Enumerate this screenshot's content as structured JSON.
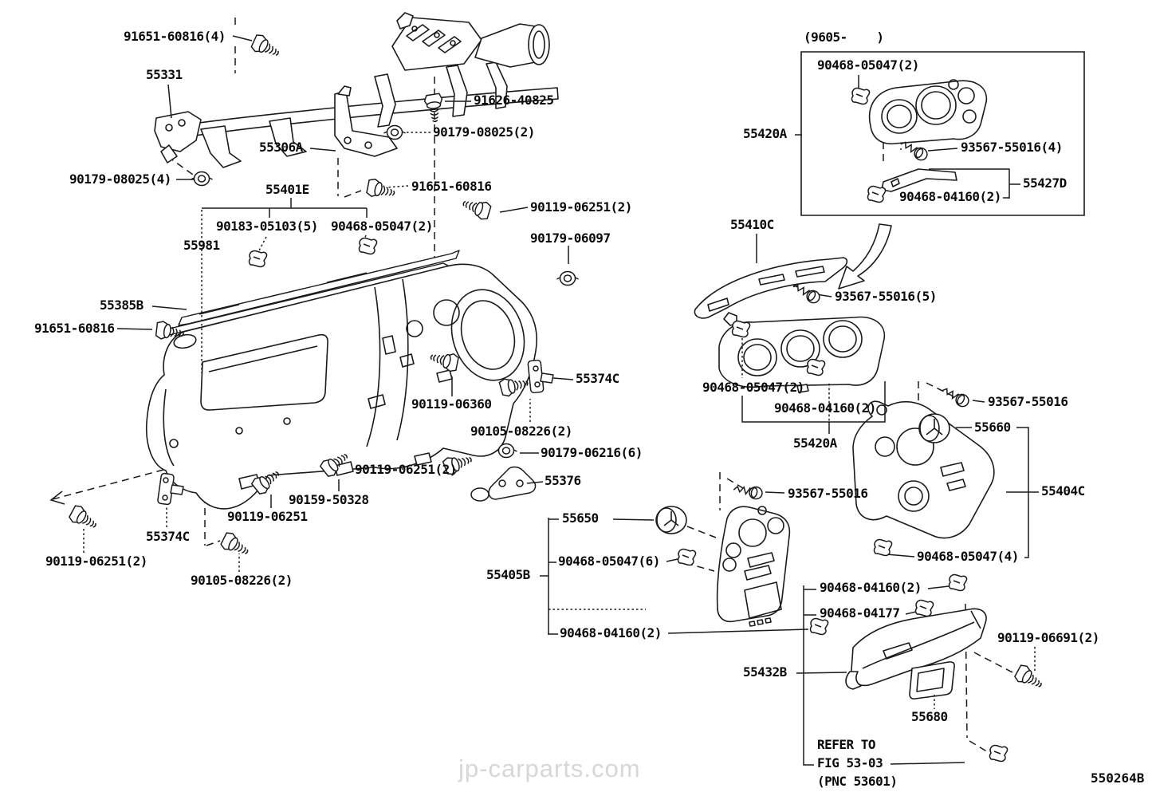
{
  "diagram": {
    "figure_code": "550264B",
    "watermark": "jp-carparts.com",
    "callouts": [
      "91651-60816(4)",
      "55331",
      "91626-40825",
      "90179-08025(2)",
      "55306A",
      "90179-08025(4)",
      "91651-60816",
      "55401E",
      "90183-05103(5)",
      "90468-05047(2)",
      "55981",
      "90119-06251(2)",
      "90179-06097",
      "55385B",
      "91651-60816",
      "55374C",
      "90119-06360",
      "90105-08226(2)",
      "90179-06216(6)",
      "90119-06251(2)",
      "55376",
      "90159-50328",
      "90119-06251",
      "55374C",
      "90119-06251(2)",
      "90105-08226(2)",
      "55650",
      "90468-05047(6)",
      "55405B",
      "90468-04160(2)",
      "(9605-    )",
      "90468-05047(2)",
      "55420A",
      "93567-55016(4)",
      "55427D",
      "90468-04160(2)",
      "55410C",
      "93567-55016(5)",
      "90468-05047(2)",
      "90468-04160(2)",
      "55420A",
      "93567-55016",
      "93567-55016",
      "55660",
      "55404C",
      "90468-05047(4)",
      "90468-04160(2)",
      "90468-04177",
      "90119-06691(2)",
      "55432B",
      "55680",
      "REFER TO",
      "FIG 53-03",
      "(PNC 53601)"
    ]
  }
}
